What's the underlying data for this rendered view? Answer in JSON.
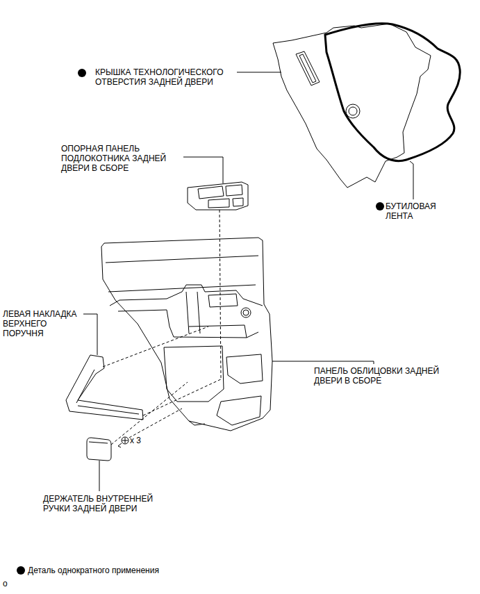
{
  "diagram": {
    "labels": [
      "КРЫШКА ТЕХНОЛОГИЧЕСКОГО ОТВЕРСТИЯ ЗАДНЕЙ ДВЕРИ",
      "ОПОРНАЯ ПАНЕЛЬ ПОДЛОКОТНИКА ЗАДНЕЙ ДВЕРИ В СБОРЕ",
      "БУТИЛОВАЯ ЛЕНТА",
      "ЛЕВАЯ НАКЛАДКА ВЕРХНЕГО ПОРУЧНЯ",
      "ПАНЕЛЬ ОБЛИЦОВКИ ЗАДНЕЙ ДВЕРИ В СБОРЕ",
      "x 3",
      "ДЕРЖАТЕЛЬ ВНУТРЕННЕЙ РУЧКИ ЗАДНЕЙ ДВЕРИ",
      "o"
    ],
    "legend": [
      {
        "text": "Деталь однократного применения"
      }
    ]
  }
}
